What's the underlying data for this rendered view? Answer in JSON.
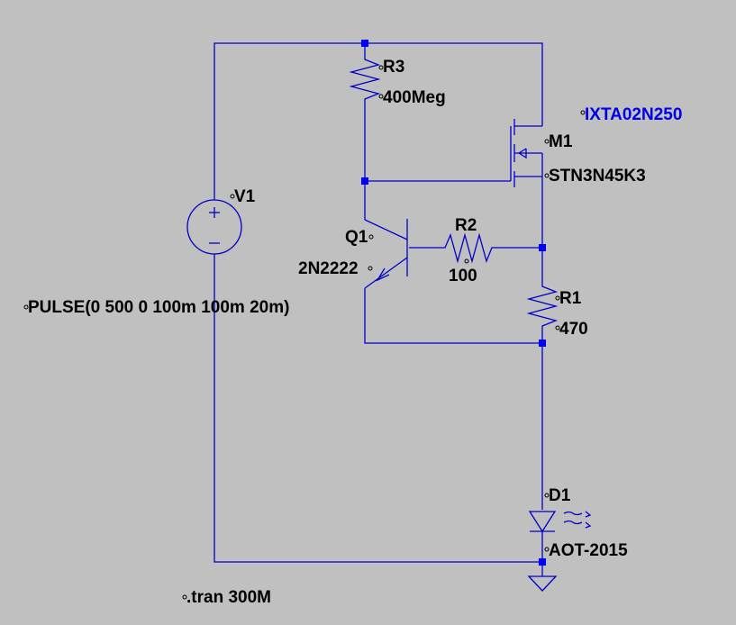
{
  "components": {
    "r3": {
      "ref": "R3",
      "value": "400Meg"
    },
    "m1": {
      "ref": "M1",
      "value": "STN3N45K3",
      "alt_model": "IXTA02N250"
    },
    "v1": {
      "ref": "V1",
      "value": "PULSE(0 500 0 100m 100m 20m)"
    },
    "q1": {
      "ref": "Q1",
      "value": "2N2222"
    },
    "r2": {
      "ref": "R2",
      "value": "100"
    },
    "r1": {
      "ref": "R1",
      "value": "470"
    },
    "d1": {
      "ref": "D1",
      "value": "AOT-2015"
    }
  },
  "directive": ".tran 300M",
  "colors": {
    "background": "#c0c0c0",
    "wire": "#0000c8",
    "junction": "#0000ff",
    "label": "#000000",
    "alt_label": "#0000e6"
  }
}
